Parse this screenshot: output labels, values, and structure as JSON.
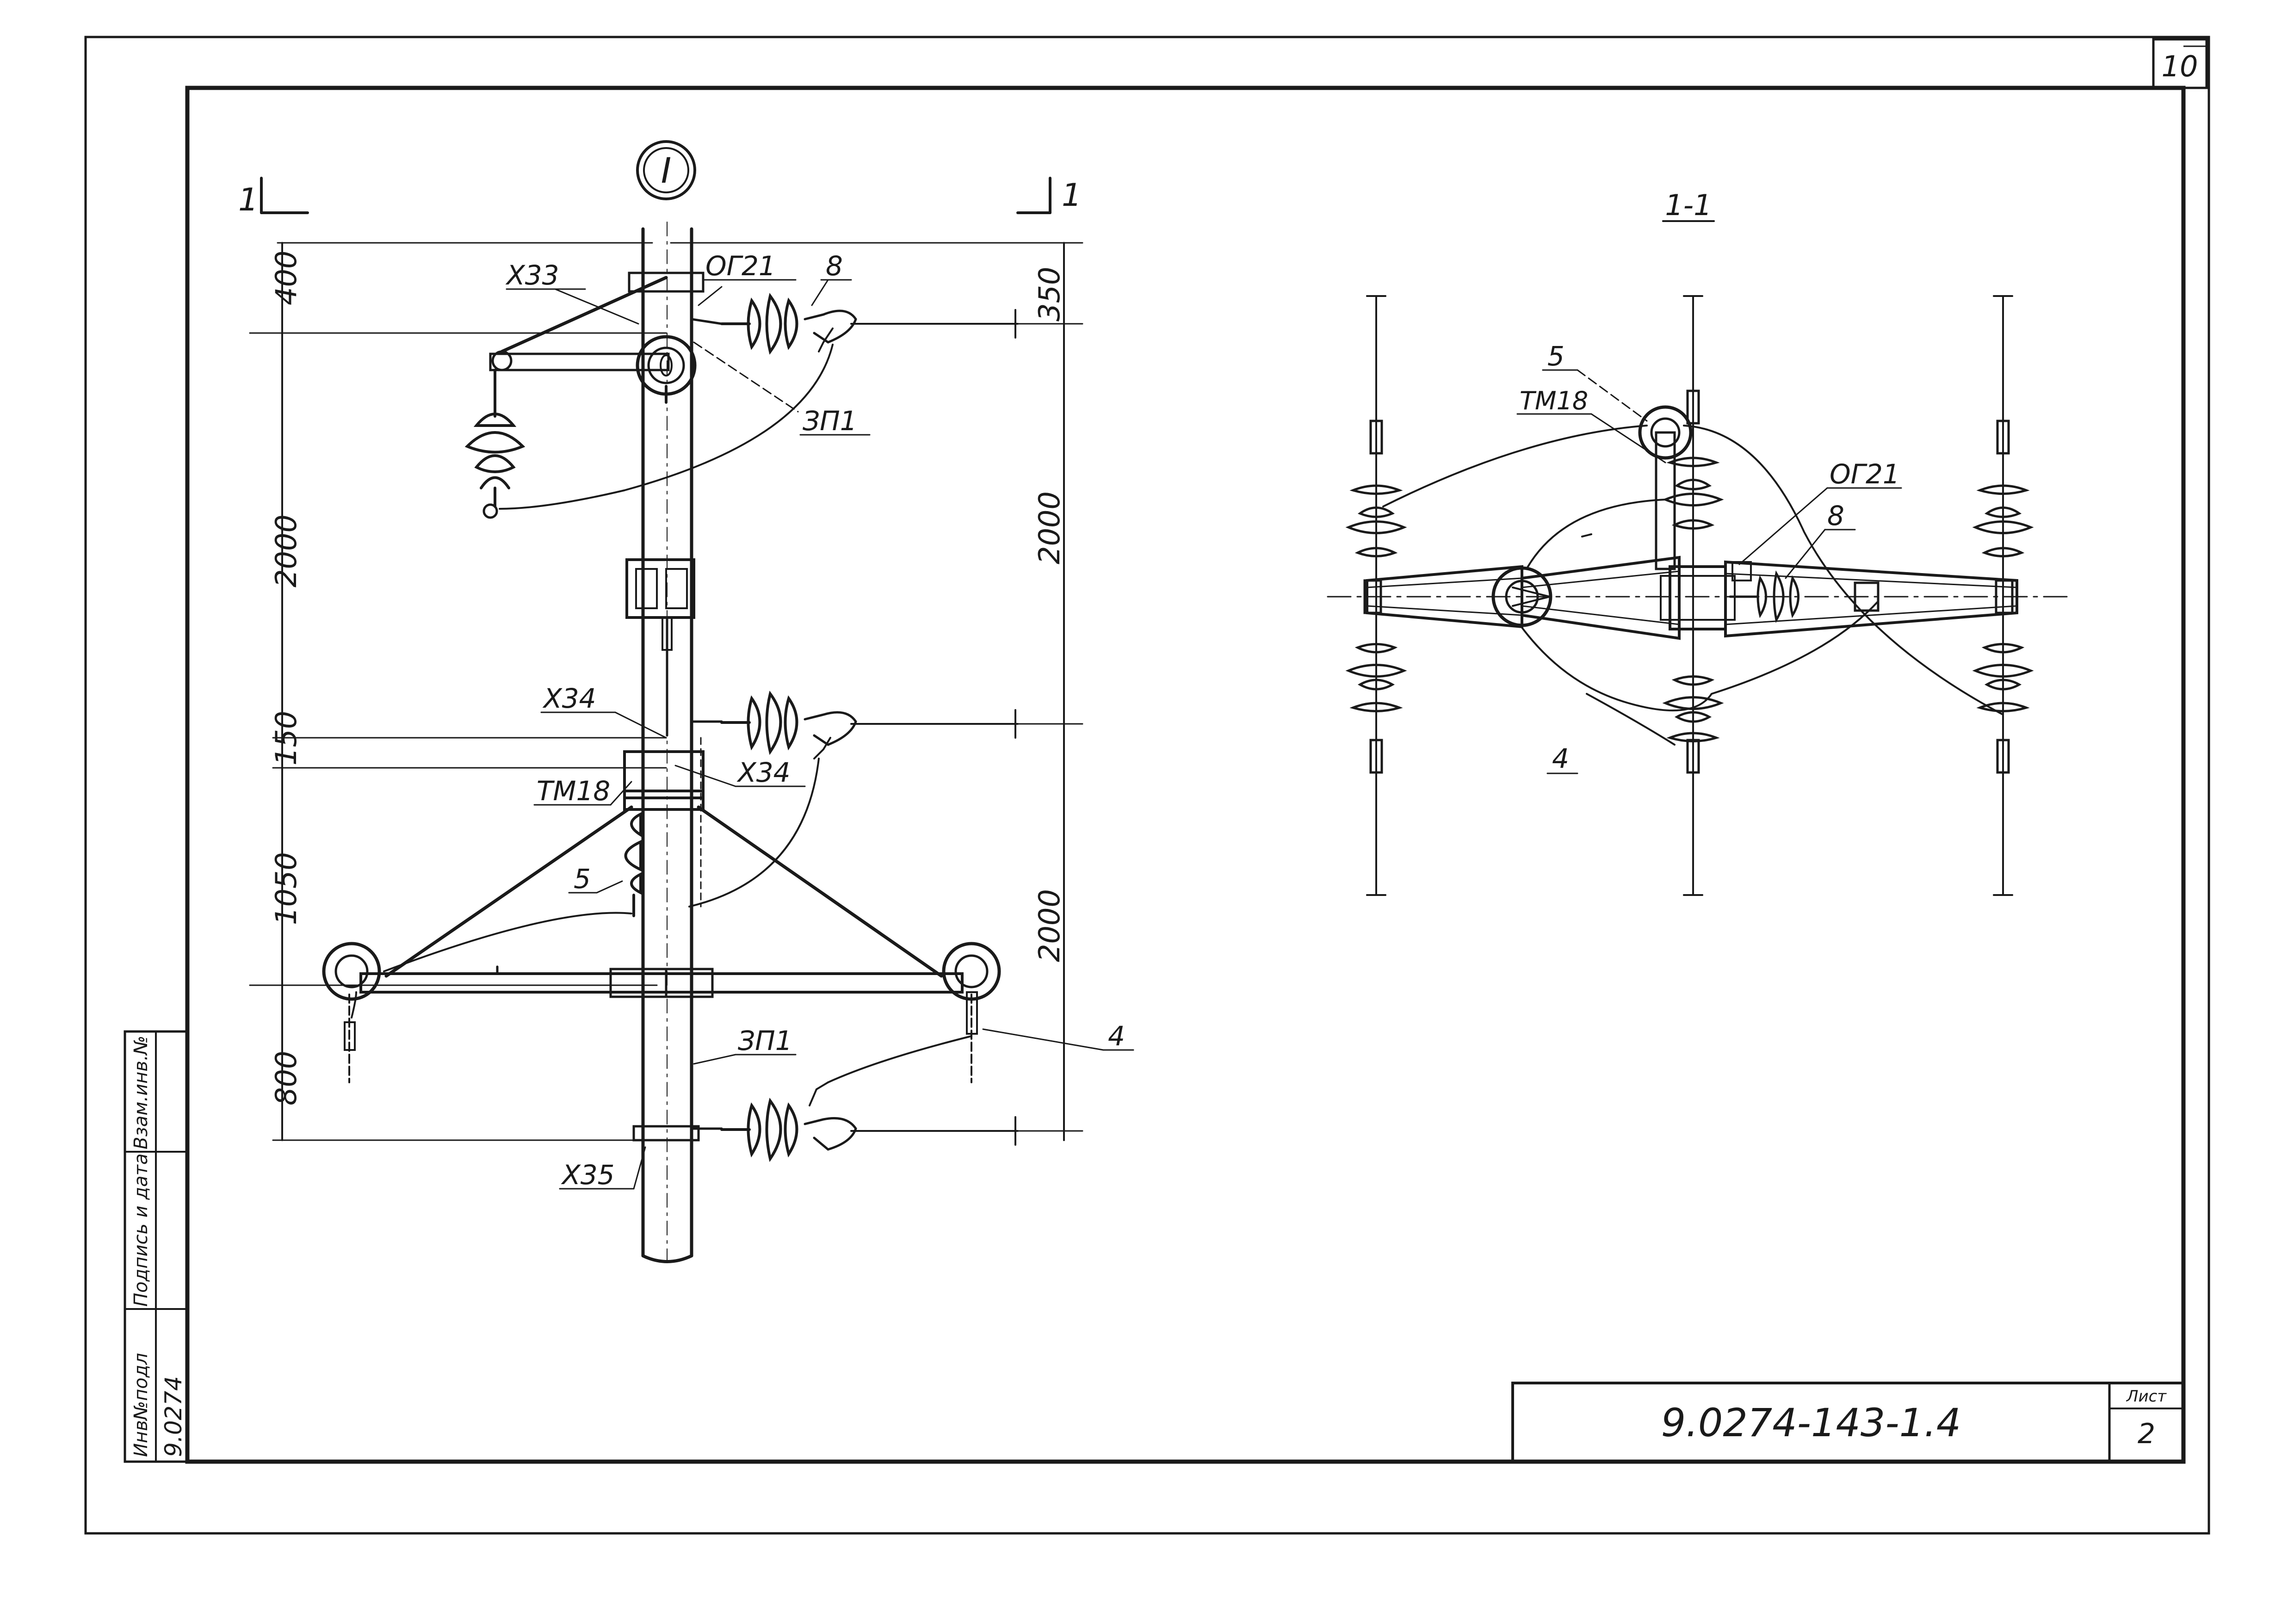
{
  "sheet": {
    "corner_number": "10",
    "section_callout": "I",
    "section_marker": "1",
    "section_title": "1-1",
    "designation": "9.0274-143-1.4",
    "list_label": "Лист",
    "list_number": "2"
  },
  "side_stamp": {
    "inv_no_label": "Инв№подл",
    "signature_label": "Подпись и дата",
    "vzam_label": "Взам.инв.№",
    "inv_no_value": "9.0274"
  },
  "dimensions_left": [
    "400",
    "2000",
    "150",
    "1050",
    "800"
  ],
  "dimensions_right": [
    "350",
    "2000",
    "2000"
  ],
  "front_view_labels": {
    "x33": "Х33",
    "og21": "ОГ21",
    "item8": "8",
    "zp1_top": "ЗП1",
    "x34_left": "Х34",
    "x34_right": "Х34",
    "tm18": "ТМ18",
    "item5": "5",
    "zp1_bottom": "ЗП1",
    "item4": "4",
    "x35": "Х35"
  },
  "plan_view_labels": {
    "item5": "5",
    "tm18": "ТМ18",
    "og21": "ОГ21",
    "item8": "8",
    "item4": "4"
  }
}
